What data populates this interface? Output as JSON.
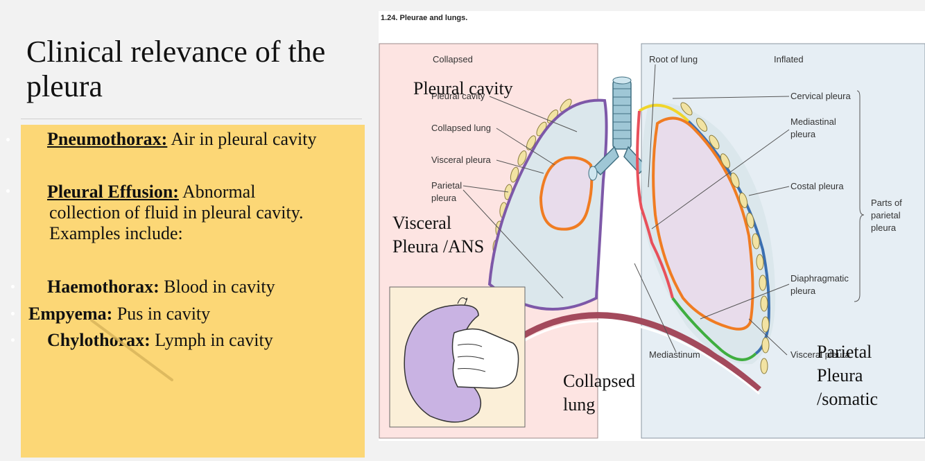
{
  "title": "Clinical relevance of the pleura",
  "bullets": {
    "pneumothorax_term": "Pneumothorax:",
    "pneumothorax_text": " Air in pleural cavity",
    "effusion_term": "Pleural Effusion:",
    "effusion_text_1": " Abnormal",
    "effusion_text_2": "collection of fluid in pleural cavity.",
    "effusion_text_3": "Examples include:",
    "haemothorax_term": "Haemothorax:",
    "haemothorax_text": " Blood in cavity",
    "empyema_term": "Empyema:",
    "empyema_text": " Pus in cavity",
    "chylothorax_term": "Chylothorax:",
    "chylothorax_text": " Lymph in cavity"
  },
  "figure": {
    "caption": "1.24. Pleurae and lungs.",
    "labels": {
      "collapsed": "Collapsed",
      "inflated": "Inflated",
      "root_of_lung": "Root of lung",
      "pleural_cavity_small": "Pleural cavity",
      "collapsed_lung_small": "Collapsed lung",
      "visceral_pleura_small": "Visceral pleura",
      "parietal_1": "Parietal",
      "parietal_2": "pleura",
      "cervical_pleura": "Cervical pleura",
      "mediastinal_1": "Mediastinal",
      "mediastinal_2": "pleura",
      "costal_pleura": "Costal pleura",
      "parts_1": "Parts of",
      "parts_2": "parietal",
      "parts_3": "pleura",
      "diaphragmatic_1": "Diaphragmatic",
      "diaphragmatic_2": "pleura",
      "mediastinum": "Mediastinum",
      "visceral_pleura_right": "Visceral pleura"
    },
    "overlays": {
      "pleural_cavity": "Pleural cavity",
      "visceral_1": "Visceral",
      "visceral_2": "Pleura /ANS",
      "collapsed_lung_1": "Collapsed",
      "collapsed_lung_2": "lung",
      "parietal_1": "Parietal",
      "parietal_2": "Pleura",
      "parietal_3": "/somatic"
    }
  }
}
